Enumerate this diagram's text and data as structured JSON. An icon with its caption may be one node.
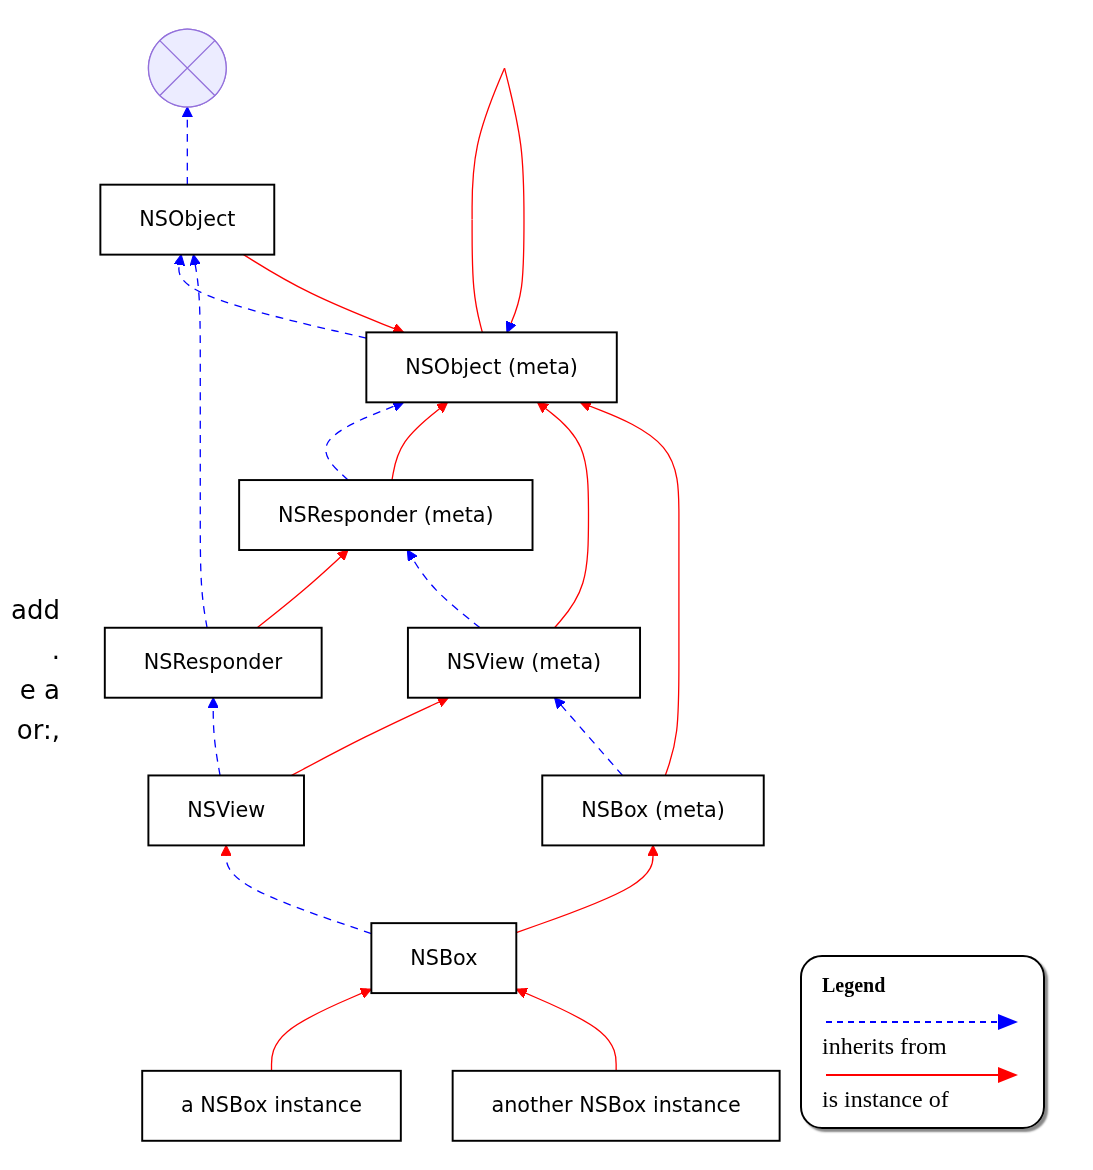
{
  "diagram": {
    "nodes": [
      {
        "text": [],
        "shape": "cross"
      },
      {
        "text": [
          "NSObject (meta)"
        ]
      },
      {
        "text": [
          "NSObject"
        ]
      },
      {
        "text": [
          "NSResponder (meta)"
        ]
      },
      {
        "text": [
          "NSResponder"
        ]
      },
      {
        "text": [
          "NSView (meta)"
        ]
      },
      {
        "text": [
          "NSView"
        ]
      },
      {
        "text": [
          "NSBox (meta)"
        ]
      },
      {
        "text": [
          "NSBox"
        ]
      },
      {
        "text": [
          "a NSBox instance"
        ]
      },
      {
        "text": [
          "another NSBox instance"
        ]
      }
    ],
    "edges": [
      {
        "from": 2,
        "to": 0,
        "arrow": "to",
        "style": "dashed",
        "color": "#0000ff"
      },
      {
        "from": 1,
        "to": 2,
        "arrow": "to",
        "style": "dashed",
        "color": "#0000ff"
      },
      {
        "from": 1,
        "to": 1,
        "arrow": "to"
      },
      {
        "from": 2,
        "to": 1,
        "arrow": "to"
      },
      {
        "from": 3,
        "to": 1,
        "arrow": "to",
        "style": "dashed",
        "color": "#0000ff"
      },
      {
        "from": 3,
        "to": 1,
        "arrow": "to"
      },
      {
        "from": 4,
        "to": 2,
        "arrow": "to",
        "style": "dashed",
        "color": "#0000ff"
      },
      {
        "from": 4,
        "to": 3,
        "arrow": "to"
      },
      {
        "from": 5,
        "to": 3,
        "arrow": "to",
        "style": "dashed",
        "color": "#0000ff"
      },
      {
        "from": 5,
        "to": 1,
        "arrow": "to"
      },
      {
        "from": 6,
        "to": 4,
        "arrow": "to",
        "style": "dashed",
        "color": "#0000ff"
      },
      {
        "from": 6,
        "to": 5,
        "arrow": "to"
      },
      {
        "from": 7,
        "to": 5,
        "arrow": "to",
        "style": "dashed",
        "color": "#0000ff"
      },
      {
        "from": 7,
        "to": 1,
        "arrow": "to"
      },
      {
        "from": 8,
        "to": 6,
        "arrow": "to",
        "style": "dashed",
        "color": "#0000ff"
      },
      {
        "from": 8,
        "to": 7,
        "arrow": "to"
      },
      {
        "from": 9,
        "to": 8,
        "arrow": "to"
      },
      {
        "from": 10,
        "to": 8,
        "arrow": "to"
      }
    ],
    "labels": [
      "add",
      ".",
      "e a",
      "or:,",
      "Legend"
    ],
    "legend": [
      {
        "text": "inherits from"
      },
      {
        "text": "is instance of"
      }
    ]
  }
}
